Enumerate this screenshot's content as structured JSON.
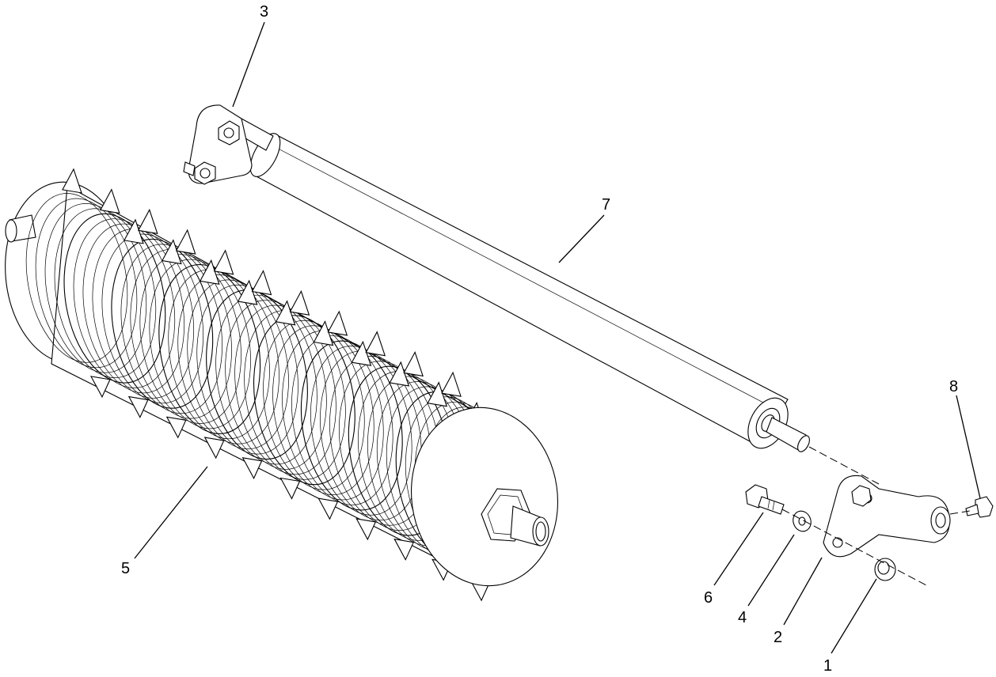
{
  "callouts": [
    {
      "id": "item-1",
      "label": "1"
    },
    {
      "id": "item-2",
      "label": "2"
    },
    {
      "id": "item-3",
      "label": "3"
    },
    {
      "id": "item-4",
      "label": "4"
    },
    {
      "id": "item-5",
      "label": "5"
    },
    {
      "id": "item-6",
      "label": "6"
    },
    {
      "id": "item-7",
      "label": "7"
    },
    {
      "id": "item-8",
      "label": "8"
    }
  ]
}
